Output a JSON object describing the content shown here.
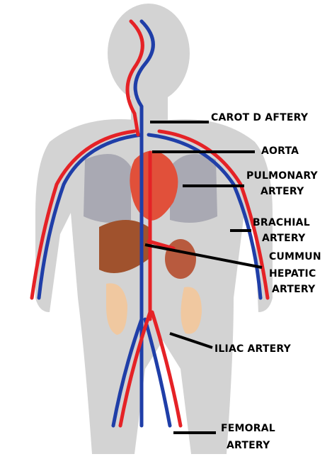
{
  "labels": {
    "carotid": "CAROT D AFTERY",
    "aorta": "AORTA",
    "pulmonary_1": "PULMONARY",
    "pulmonary_2": "ARTERY",
    "brachial_1": "BRACHIAL",
    "brachial_2": "ARTERY",
    "hepatic_1": "CUMMUN",
    "hepatic_2": "HEPATIC",
    "hepatic_3": "ARTERY",
    "iliac": "ILIAC ARTERY",
    "femoral_1": "FEMORAL",
    "femoral_2": "ARTERY"
  },
  "colors": {
    "body": "#d3d3d3",
    "artery": "#e52226",
    "vein": "#1f3ea8",
    "heart": "#e1503a",
    "liver": "#a0522d",
    "kidney": "#b85a3e",
    "intestine": "#f0c8a0",
    "lung": "#a9a9b3",
    "leader": "#000000"
  }
}
